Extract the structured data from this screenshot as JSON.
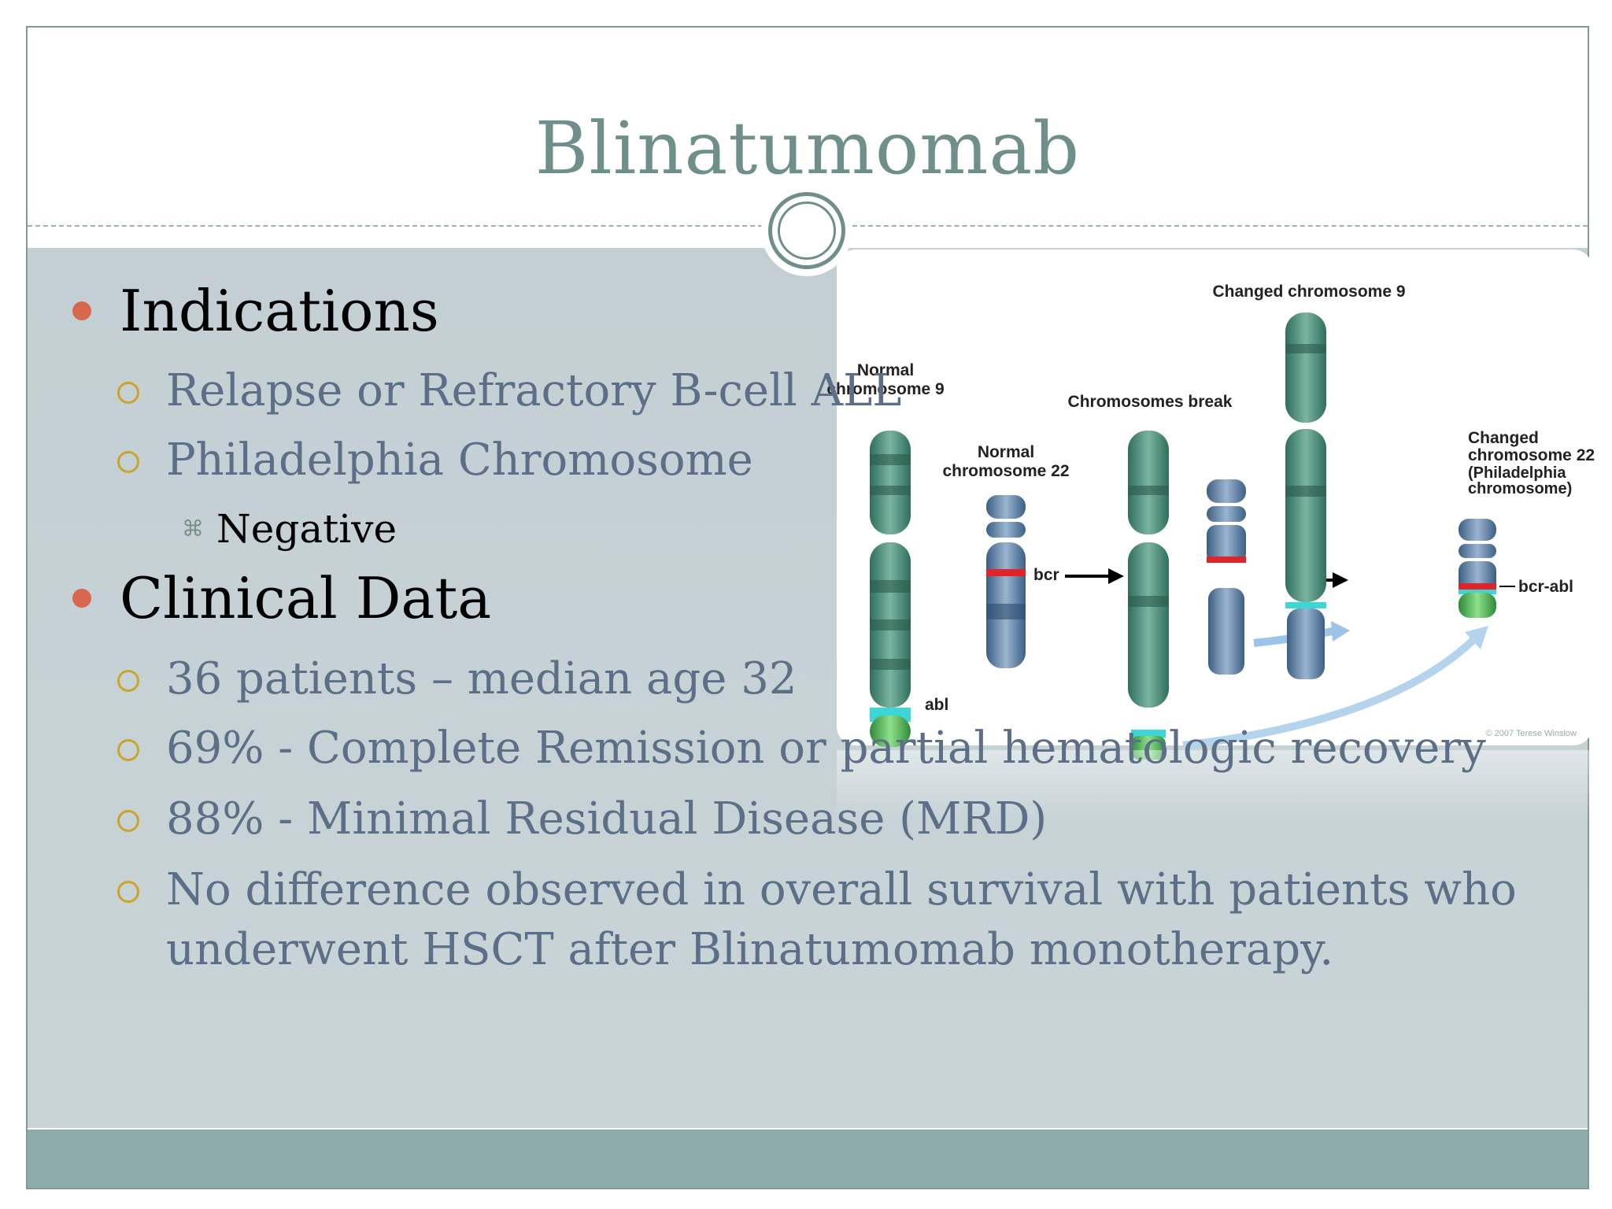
{
  "title": "Blinatumomab",
  "sections": [
    {
      "heading": "Indications",
      "items": [
        {
          "text": "Relapse or Refractory B-cell ALL"
        },
        {
          "text": "Philadelphia Chromosome",
          "subitems": [
            "Negative"
          ]
        }
      ]
    },
    {
      "heading": "Clinical Data",
      "items": [
        {
          "text": "36 patients – median age 32"
        },
        {
          "text": "69% - Complete Remission or partial hematologic recovery"
        },
        {
          "text": "88% - Minimal Residual Disease (MRD)"
        },
        {
          "text": "No difference observed in overall survival with patients who",
          "text2": "underwent HSCT after Blinatumomab monotherapy."
        }
      ]
    }
  ],
  "figure": {
    "labels": {
      "normal9_a": "Normal",
      "normal9_b": "chromosome 9",
      "normal22_a": "Normal",
      "normal22_b": "chromosome 22",
      "break": "Chromosomes break",
      "changed9": "Changed chromosome 9",
      "changed22_a": "Changed",
      "changed22_b": "chromosome 22",
      "changed22_c": "(Philadelphia",
      "changed22_d": "chromosome)",
      "bcr": "bcr",
      "abl": "abl",
      "bcrabl": "bcr-abl",
      "copyright": "© 2007 Terese Winslow"
    }
  },
  "colors": {
    "title": "#6f8f8b",
    "bullet": "#d9664f",
    "sub_bullet": "#c9a62a",
    "sub_text": "#5c6f86",
    "body_bg": "#c3cfd4",
    "footer": "#8eabab"
  }
}
